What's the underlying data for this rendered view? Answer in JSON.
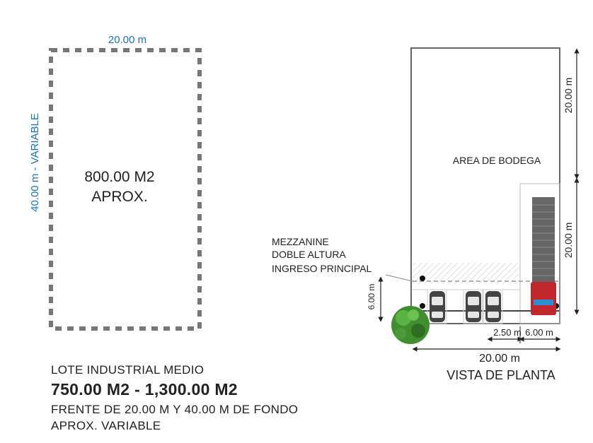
{
  "lot_diagram": {
    "width_label": "20.00 m",
    "depth_label": "40.00 m - VARIABLE",
    "area_line1": "800.00 M2",
    "area_line2": "APROX."
  },
  "plan": {
    "warehouse_label": "AREA DE BODEGA",
    "mezz_line1": "MEZZANINE",
    "mezz_line2": "DOBLE ALTURA",
    "mezz_line3": "INGRESO PRINCIPAL",
    "dim_top": "20.00 m",
    "dim_right": "20.00 m",
    "dim_left": "6.00 m",
    "dim_parking": "2.50 m",
    "dim_truck": "6.00 m",
    "dim_width": "20.00 m",
    "title": "VISTA DE PLANTA"
  },
  "caption": {
    "line1": "LOTE INDUSTRIAL MEDIO",
    "line2": "750.00 M2 - 1,300.00 M2",
    "line3": "FRENTE DE 20.00 M Y 40.00 M DE FONDO",
    "line4": "APROX. VARIABLE"
  },
  "colors": {
    "dim_blue": "#1a73b8",
    "dashed_gray": "#777777",
    "truck_red": "#c0272d",
    "tree_green": "#3f8f2f"
  }
}
